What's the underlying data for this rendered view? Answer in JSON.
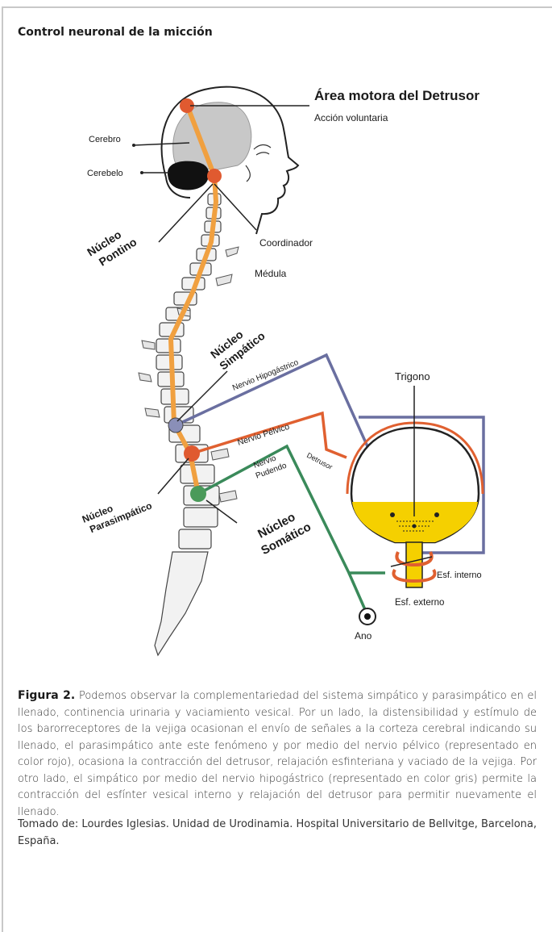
{
  "title": "Control neuronal de la micción",
  "labels": {
    "area_motora": "Área motora del Detrusor",
    "accion_voluntaria": "Acción voluntaria",
    "cerebro": "Cerebro",
    "cerebelo": "Cerebelo",
    "nucleo_pontino_1": "Núcleo",
    "nucleo_pontino_2": "Pontino",
    "coordinador": "Coordinador",
    "medula": "Médula",
    "nucleo_simpatico_1": "Núcleo",
    "nucleo_simpatico_2": "Simpático",
    "nervio_hipogastrico": "Nervio Hipogástrico",
    "trigono": "Trigono",
    "nervio_pelvico": "Nervio Pélvico",
    "detrusor": "Detrusor",
    "nervio_pudendo_1": "Nervio",
    "nervio_pudendo_2": "Pudendo",
    "nucleo_parasimpatico_1": "Núcleo",
    "nucleo_parasimpatico_2": "Parasimpático",
    "nucleo_somatico_1": "Núcleo",
    "nucleo_somatico_2": "Somático",
    "esf_interno": "Esf. interno",
    "esf_externo": "Esf. externo",
    "ano": "Ano"
  },
  "colors": {
    "spinal_path": "#f0a040",
    "nucleus_red": "#e05a30",
    "nucleus_blue": "#8a8fb8",
    "nucleus_green": "#4a9a5a",
    "hypogastric": "#6a6fa0",
    "pelvic": "#e06030",
    "pudendal": "#3a8a5a",
    "bladder_fill": "#f5d000",
    "brain": "#c8c8c8"
  },
  "caption": {
    "figure_label": "Figura 2.",
    "text": " Podemos observar la complementariedad del sistema simpático y parasimpático en el llenado, continencia urinaria y vaciamiento vesical. Por un lado, la distensibilidad y estímulo de los barorreceptores de la vejiga ocasionan el envío de señales a la corteza cerebral indicando su llenado, el parasimpático ante este fenómeno y por medio del nervio pélvico (representado en color rojo), ocasiona la contracción del detrusor, relajación esfinteriana y vaciado de la vejiga. Por otro lado, el simpático por medio del nervio hipogástrico (representado en color gris) permite la contracción del esfínter vesical interno y relajación del detrusor para permitir nuevamente el llenado."
  },
  "source": "Tomado de: Lourdes Iglesias. Unidad de Urodinamia. Hospital Universitario de Bellvitge, Barcelona, España."
}
